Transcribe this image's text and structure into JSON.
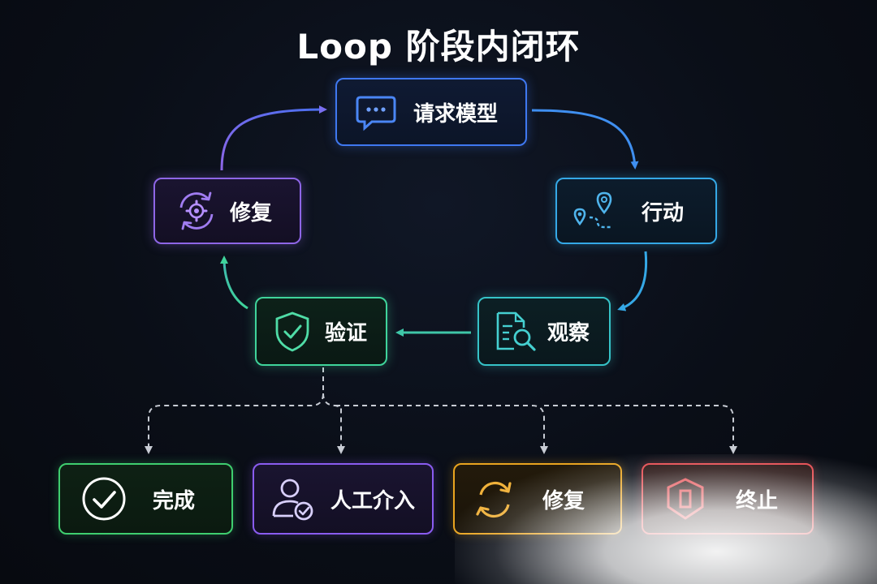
{
  "title": "Loop 阶段内闭环",
  "loop_nodes": {
    "request": {
      "label": "请求模型",
      "icon": "chat-bubble-icon",
      "color": "#3f78f0"
    },
    "action": {
      "label": "行动",
      "icon": "route-pin-icon",
      "color": "#35a8e6"
    },
    "observe": {
      "label": "观察",
      "icon": "document-search-icon",
      "color": "#36c3c8"
    },
    "verify": {
      "label": "验证",
      "icon": "shield-check-icon",
      "color": "#3fd49b"
    },
    "repair": {
      "label": "修复",
      "icon": "gear-cycle-icon",
      "color": "#8e66e6"
    }
  },
  "outcomes": {
    "done": {
      "label": "完成",
      "icon": "check-circle-icon",
      "color": "#3fce6f"
    },
    "human": {
      "label": "人工介入",
      "icon": "user-check-icon",
      "color": "#8a5cf0"
    },
    "retry": {
      "label": "修复",
      "icon": "refresh-icon",
      "color": "#e9a41f"
    },
    "stop": {
      "label": "终止",
      "icon": "stop-octagon-icon",
      "color": "#e5484d"
    }
  }
}
